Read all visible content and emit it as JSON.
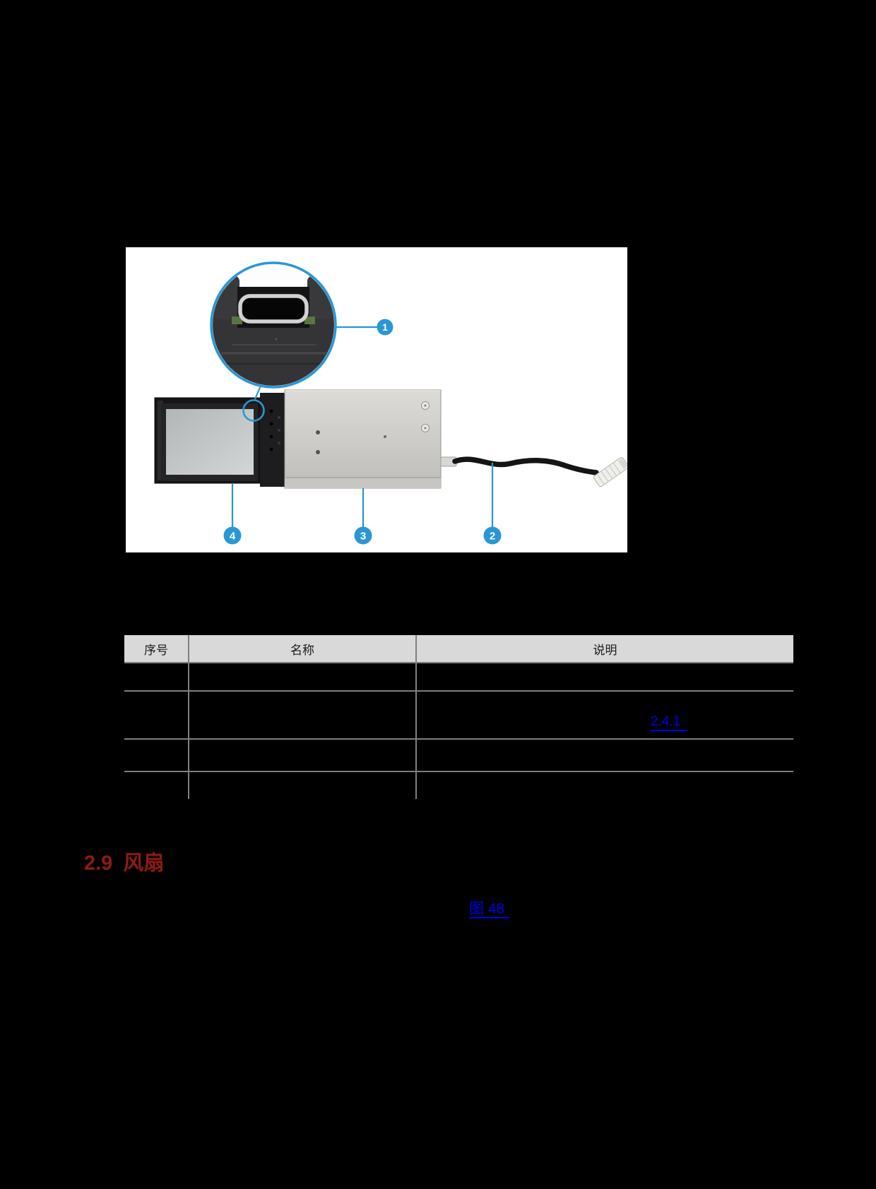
{
  "figure": {
    "accent_color": "#2a97d4",
    "background": "#ffffff",
    "badges": [
      {
        "label": "1"
      },
      {
        "label": "2"
      },
      {
        "label": "3"
      },
      {
        "label": "4"
      }
    ]
  },
  "table": {
    "header_bg": "#d9d9d9",
    "border_color": "#7f7f7f",
    "headers": [
      {
        "label": "序号"
      },
      {
        "label": "名称"
      },
      {
        "label": "说明"
      }
    ],
    "row_count": 4,
    "link_241": "2.4.1"
  },
  "section": {
    "number": "2.9",
    "title": "风扇",
    "color": "#8f1b13"
  },
  "paragraph": {
    "figure_link": "图 48",
    "link_color": "#0000ee"
  }
}
